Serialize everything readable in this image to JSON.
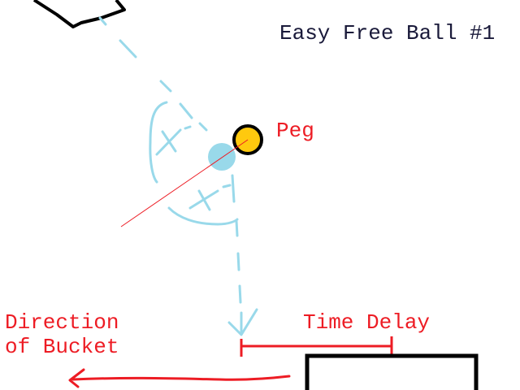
{
  "title": "Easy Free Ball #1",
  "labels": {
    "peg": "Peg",
    "direction_line1": "Direction",
    "direction_line2": "of Bucket",
    "time_delay": "Time Delay"
  },
  "colors": {
    "annotation": "#ed1c24",
    "trajectory": "#99d9ea",
    "peg_fill": "#ffc90e",
    "outline": "#000000",
    "title": "#1a1a3a"
  }
}
